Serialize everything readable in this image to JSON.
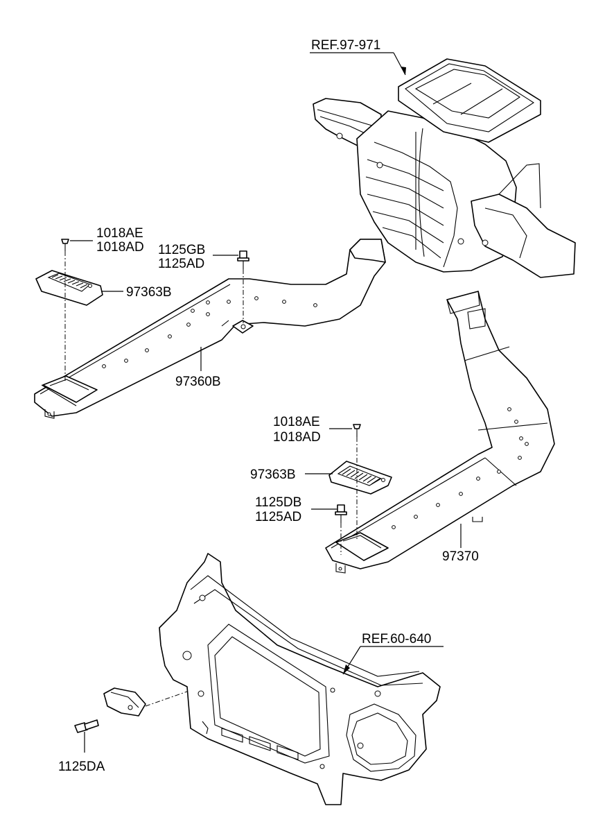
{
  "diagram": {
    "callouts": {
      "ref_hvac": "REF.97-971",
      "ref_carrier": "REF.60-640",
      "left_screw_a": "1018AE",
      "left_screw_b": "1018AD",
      "top_bolt_a": "1125GB",
      "top_bolt_b": "1125AD",
      "left_grille": "97363B",
      "left_duct": "97360B",
      "right_screw_a": "1018AE",
      "right_screw_b": "1018AD",
      "right_grille": "97363B",
      "right_bolt_a": "1125DB",
      "right_bolt_b": "1125AD",
      "right_duct": "97370",
      "bracket_bolt": "1125DA"
    }
  }
}
